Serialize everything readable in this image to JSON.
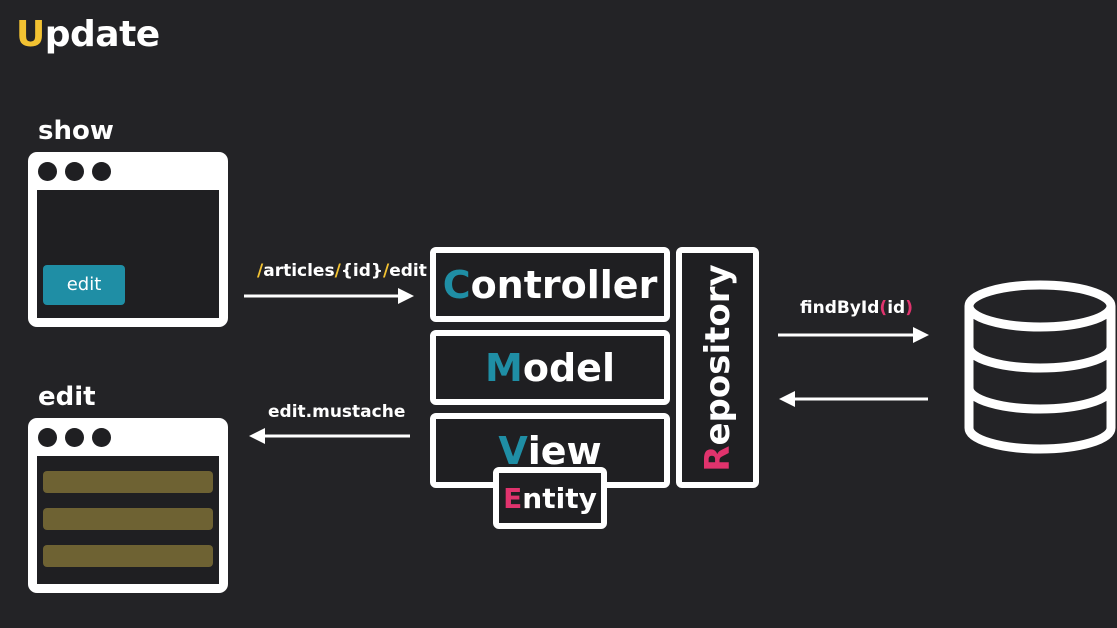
{
  "title": {
    "first_letter": "U",
    "rest": "pdate",
    "accent_color": "#f2c232"
  },
  "show_window": {
    "label": "show",
    "button_label": "edit",
    "button_color": "#1f8ea5"
  },
  "edit_window": {
    "label": "edit",
    "form_field_color": "#6e6233",
    "form_field_count": 3
  },
  "request_arrow": {
    "parts": [
      "/",
      "articles",
      "/",
      "{id}",
      "/",
      "edit"
    ]
  },
  "response_arrow": {
    "label": "edit.mustache"
  },
  "mvc": {
    "controller": {
      "initial": "C",
      "rest": "ontroller"
    },
    "model": {
      "initial": "M",
      "rest": "odel"
    },
    "view": {
      "initial": "V",
      "rest": "iew"
    },
    "initial_color": "#1f8ea5"
  },
  "entity": {
    "initial": "E",
    "rest": "ntity",
    "initial_color": "#e0336d"
  },
  "repository": {
    "initial": "R",
    "rest": "epository",
    "initial_color": "#e0336d"
  },
  "db_query": {
    "method": "findById",
    "open_paren": "(",
    "arg": "id",
    "close_paren": ")",
    "paren_color": "#e0336d"
  },
  "database": {
    "icon": "database-icon"
  }
}
